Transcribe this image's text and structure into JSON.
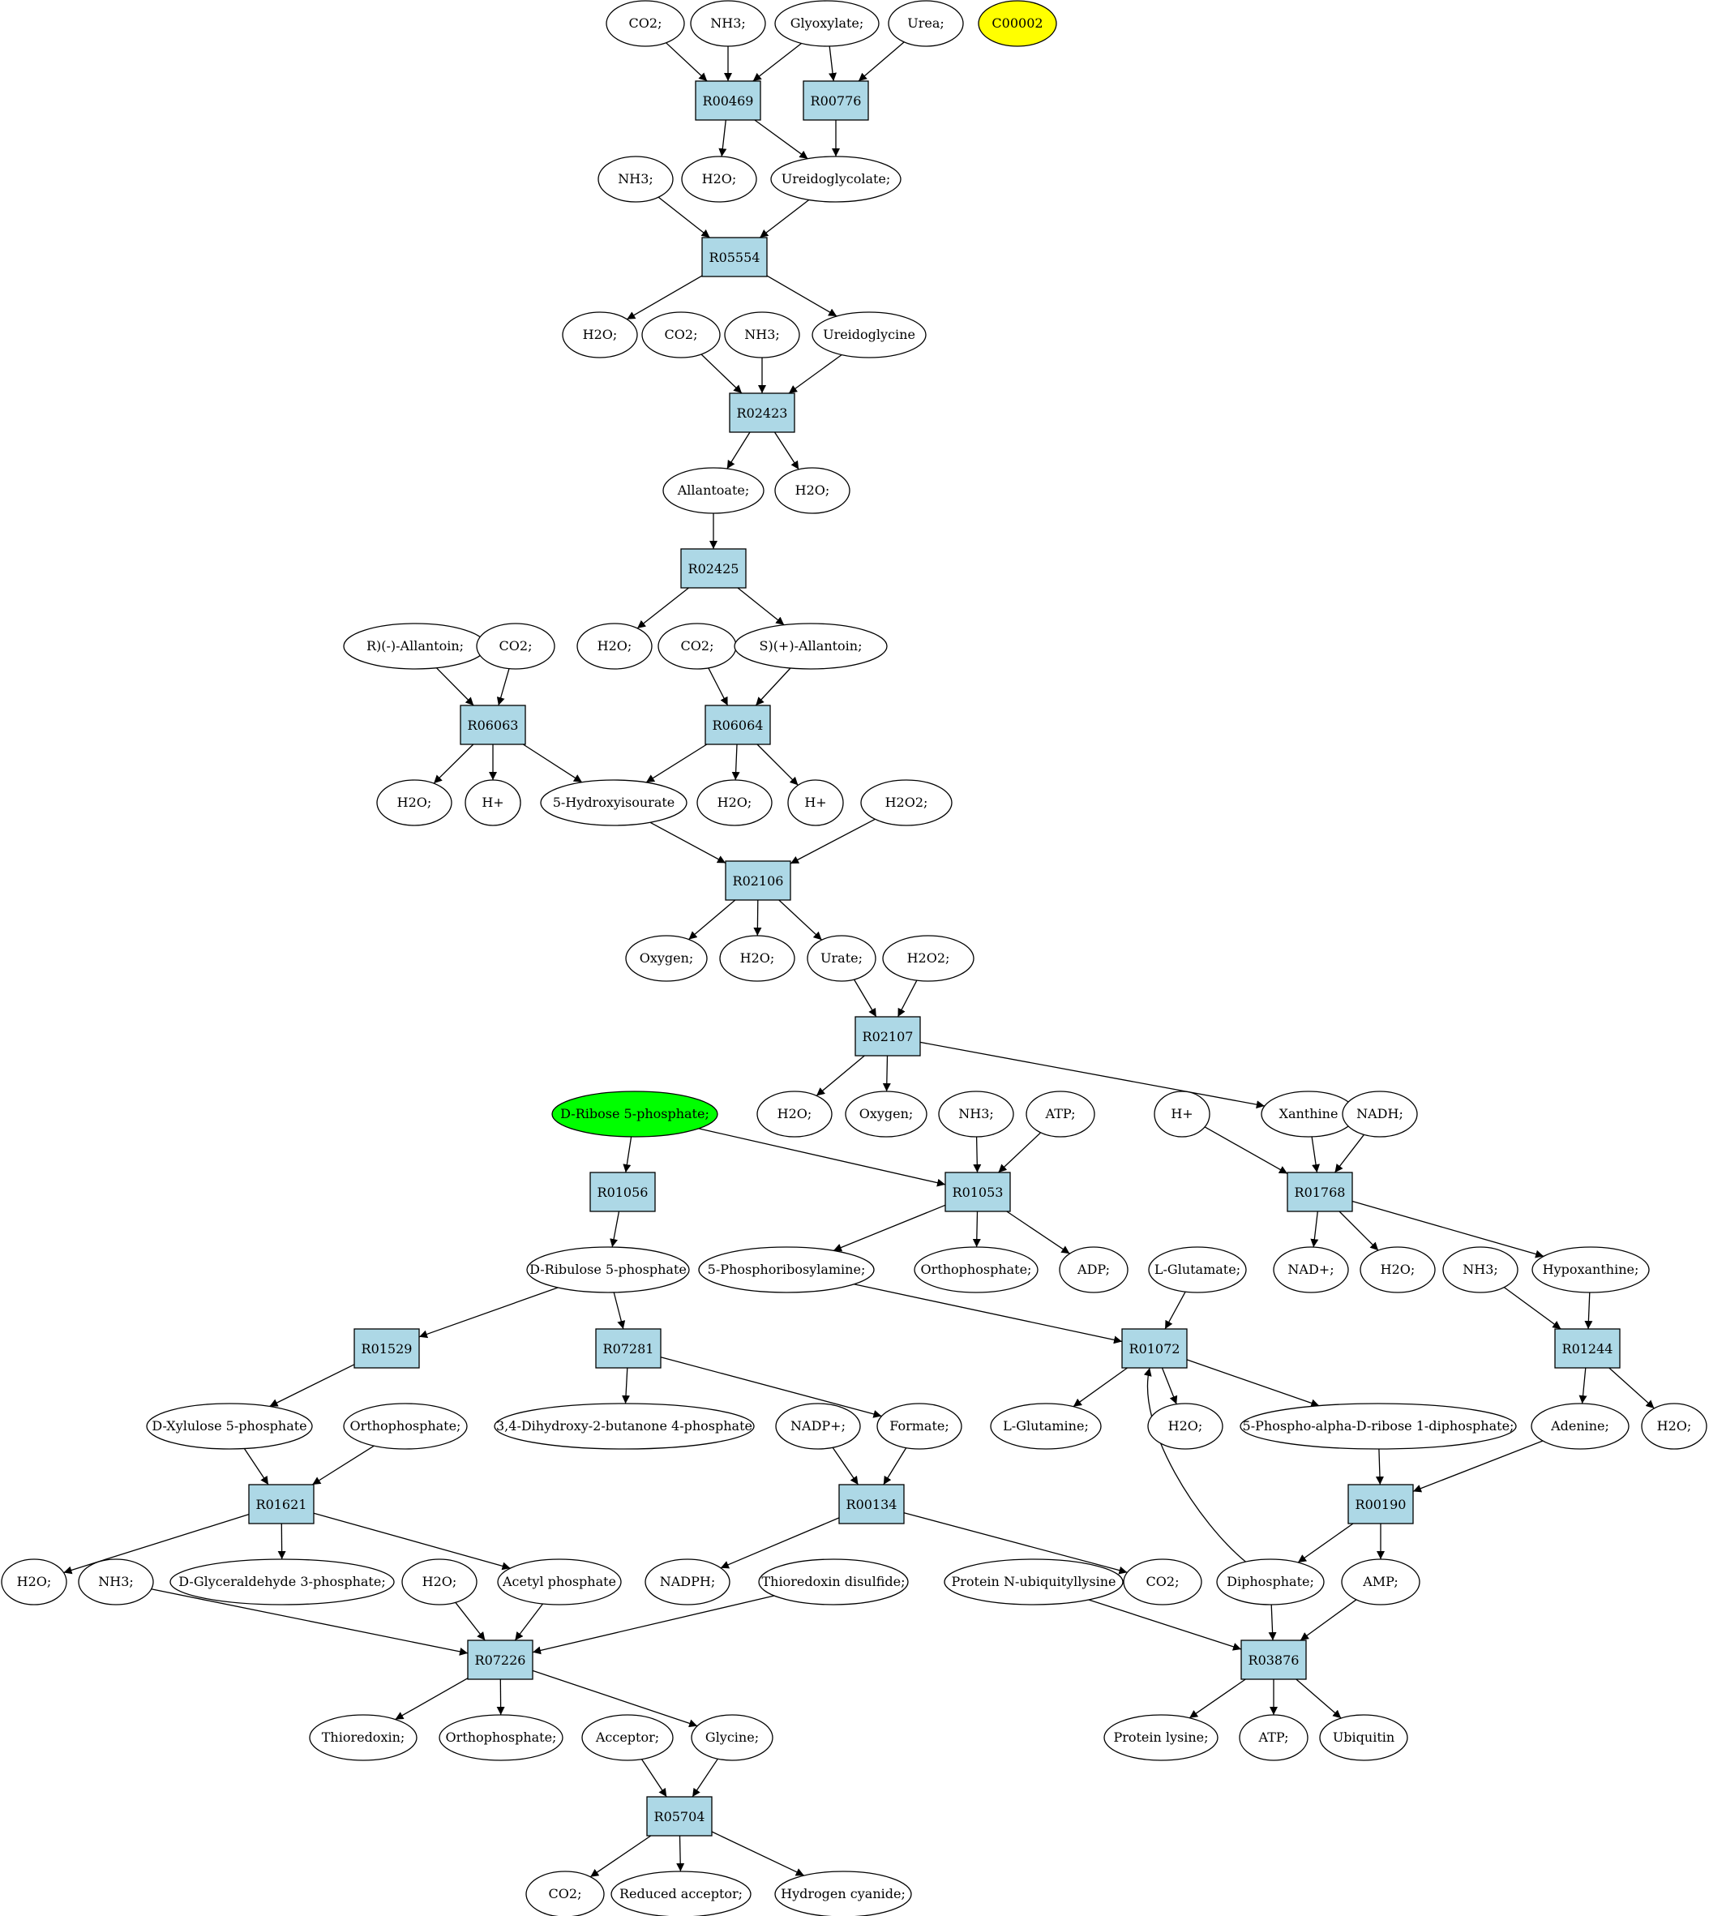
{
  "colors": {
    "reaction_fill": "#add8e6",
    "compound_fill": "#ffffff",
    "highlight_yellow": "#ffff00",
    "highlight_green": "#00ff00",
    "stroke": "#000000"
  },
  "reactions": {
    "R00469": "R00469",
    "R00776": "R00776",
    "R05554": "R05554",
    "R02423": "R02423",
    "R02425": "R02425",
    "R06063": "R06063",
    "R06064": "R06064",
    "R02106": "R02106",
    "R02107": "R02107",
    "R01056": "R01056",
    "R01053": "R01053",
    "R01768": "R01768",
    "R01529": "R01529",
    "R07281": "R07281",
    "R01072": "R01072",
    "R01244": "R01244",
    "R01621": "R01621",
    "R00134": "R00134",
    "R00190": "R00190",
    "R07226": "R07226",
    "R03876": "R03876",
    "R05704": "R05704"
  },
  "compounds": {
    "co2_1": "CO2;",
    "nh3_1": "NH3;",
    "glyoxylate": "Glyoxylate;",
    "urea": "Urea;",
    "c00002": "C00002",
    "nh3_2": "NH3;",
    "h2o_1": "H2O;",
    "ureidoglycolate": "Ureidoglycolate;",
    "h2o_2": "H2O;",
    "co2_2": "CO2;",
    "nh3_3": "NH3;",
    "ureidoglycine": "Ureidoglycine",
    "allantoate": "Allantoate;",
    "h2o_3": "H2O;",
    "r_allantoin": "R)(-)-Allantoin;",
    "co2_3": "CO2;",
    "h2o_4": "H2O;",
    "co2_4": "CO2;",
    "s_allantoin": "S)(+)-Allantoin;",
    "h2o_5": "H2O;",
    "hplus_1": "H+",
    "hydroxyisourate": "5-Hydroxyisourate",
    "h2o_6": "H2O;",
    "hplus_2": "H+",
    "h2o2_1": "H2O2;",
    "oxygen_1": "Oxygen;",
    "h2o_7": "H2O;",
    "urate": "Urate;",
    "h2o2_2": "H2O2;",
    "h2o_8": "H2O;",
    "oxygen_2": "Oxygen;",
    "ribose5p": "D-Ribose 5-phosphate;",
    "nh3_4": "NH3;",
    "atp_1": "ATP;",
    "hplus_3": "H+",
    "xanthine": "Xanthine",
    "nadh": "NADH;",
    "ribulose5p": "D-Ribulose 5-phosphate",
    "phosphoribosylamine": "5-Phosphoribosylamine;",
    "orthophosphate_1": "Orthophosphate;",
    "adp": "ADP;",
    "glutamate": "L-Glutamate;",
    "nadplus": "NAD+;",
    "h2o_9": "H2O;",
    "nh3_5": "NH3;",
    "hypoxanthine": "Hypoxanthine;",
    "xylulose5p": "D-Xylulose 5-phosphate",
    "orthophosphate_2": "Orthophosphate;",
    "dihydroxybutanone": "3,4-Dihydroxy-2-butanone 4-phosphate",
    "nadpplus": "NADP+;",
    "formate": "Formate;",
    "glutamine": "L-Glutamine;",
    "h2o_10": "H2O;",
    "prpp": "5-Phospho-alpha-D-ribose 1-diphosphate;",
    "adenine": "Adenine;",
    "h2o_11": "H2O;",
    "h2o_12": "H2O;",
    "nh3_6": "NH3;",
    "g3p": "D-Glyceraldehyde 3-phosphate;",
    "h2o_13": "H2O;",
    "acetylphosphate": "Acetyl phosphate",
    "nadph": "NADPH;",
    "thioredoxin_disulfide": "Thioredoxin disulfide;",
    "protein_ubiq": "Protein N-ubiquityllysine",
    "co2_5": "CO2;",
    "diphosphate": "Diphosphate;",
    "amp": "AMP;",
    "thioredoxin": "Thioredoxin;",
    "orthophosphate_3": "Orthophosphate;",
    "acceptor": "Acceptor;",
    "glycine": "Glycine;",
    "protein_lysine": "Protein lysine;",
    "atp_2": "ATP;",
    "ubiquitin": "Ubiquitin",
    "co2_6": "CO2;",
    "reduced_acceptor": "Reduced acceptor;",
    "hydrogen_cyanide": "Hydrogen cyanide;"
  }
}
